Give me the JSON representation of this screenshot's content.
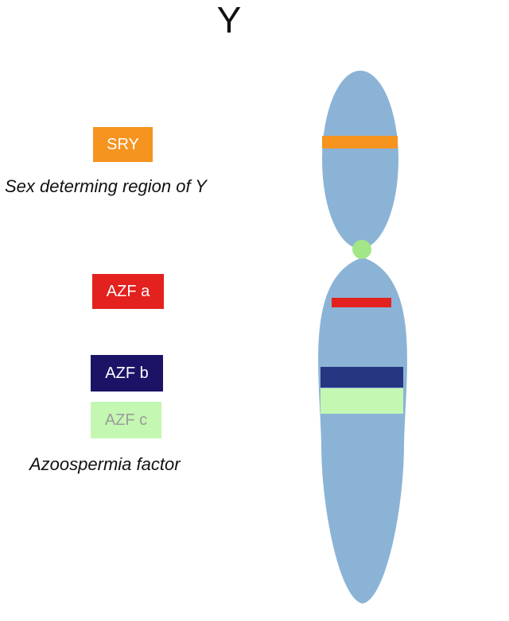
{
  "title": "Y",
  "labels": {
    "sry": {
      "text": "SRY",
      "bg": "#f5941f",
      "fg": "#ffffff"
    },
    "azfa": {
      "text": "AZF a",
      "bg": "#e3211f",
      "fg": "#ffffff"
    },
    "azfb": {
      "text": "AZF b",
      "bg": "#1b1466",
      "fg": "#ffffff"
    },
    "azfc": {
      "text": "AZF c",
      "bg": "#c4f7b2",
      "fg": "#9c9c9c"
    }
  },
  "captions": {
    "sry": "Sex determing region of Y",
    "azf": "Azoospermia factor"
  },
  "colors": {
    "chromosome_arm": "#8bb3d6",
    "centromere": "#a2e687",
    "band_sry": "#f5941f",
    "band_azfa": "#e3211f",
    "band_azfb": "#263680",
    "band_azfc": "#c4f7b2"
  }
}
